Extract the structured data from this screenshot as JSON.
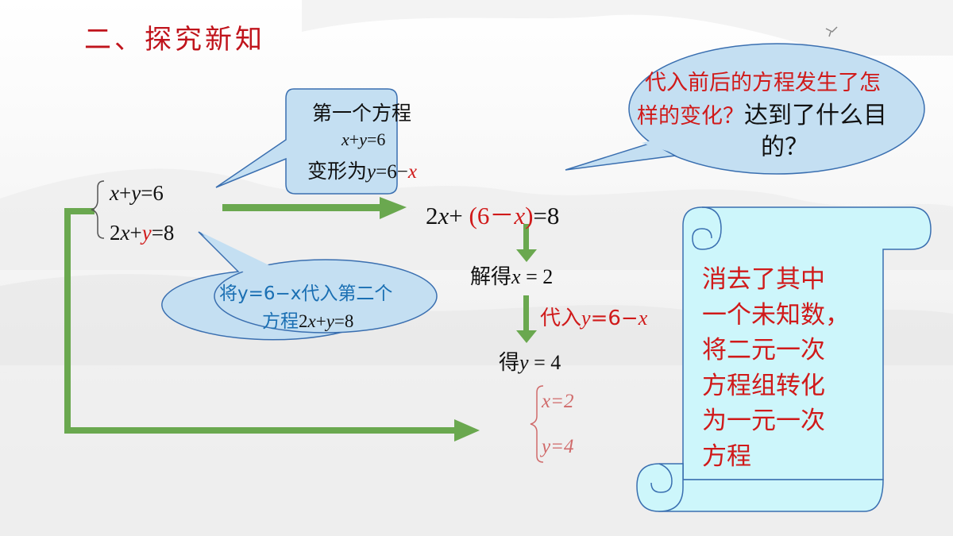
{
  "title": "二、探究新知",
  "system_original": {
    "eq1": {
      "x": "x",
      "p": "+",
      "y": "y",
      "rest": "=6"
    },
    "eq2": {
      "c": "2",
      "x": "x",
      "p": "+",
      "y": "y",
      "rest": "=8"
    }
  },
  "bubble_top": {
    "line1": "第一个方程",
    "line2": {
      "x": "x",
      "p": "+",
      "y": "y",
      "rest": "=6"
    },
    "line3": {
      "pre": "变形为",
      "y": "y",
      "mid": "=6−",
      "x": "x"
    }
  },
  "bubble_bottom": {
    "line1": "将y=6−x代入第二个",
    "line2": {
      "pre": "方程",
      "c": "2",
      "x": "x",
      "p": "+",
      "y": "y",
      "rest": "=8"
    }
  },
  "bubble_question": {
    "red_part": "代入前后的方程发生了怎样的变化？",
    "black_part": "达到了什么目的？",
    "line1": "代入前后的方程发生了怎",
    "line2_red": "样的变化？",
    "line2_black": "达到了什么目",
    "line3": "的？"
  },
  "substituted": {
    "pre": "2",
    "x": "x",
    "plus": "+ ",
    "paren": "(6－",
    "x2": "x",
    "close": ")",
    "rest": "=8"
  },
  "step1": {
    "pre": "解得",
    "x": "x",
    "rest": " = 2"
  },
  "step_label": {
    "pre": "代入",
    "y": "y",
    "mid": "=6−",
    "x": "x"
  },
  "step2": {
    "pre": "得",
    "y": "y",
    "rest": " = 4"
  },
  "solution": {
    "x": "x=2",
    "y": "y=4"
  },
  "scroll": {
    "lines": [
      "消去了其中",
      "一个未知数，",
      "将二元一次",
      "方程组转化",
      "为一元一次",
      "方程"
    ]
  },
  "colors": {
    "title": "#c0141c",
    "arrow": "#6aa84f",
    "red": "#d01a1a",
    "blue": "#1a6fb3",
    "scroll_fill": "#cdf6fb",
    "bubble_fill": "#c4dff2",
    "bubble_stroke": "#3a6fb0"
  }
}
